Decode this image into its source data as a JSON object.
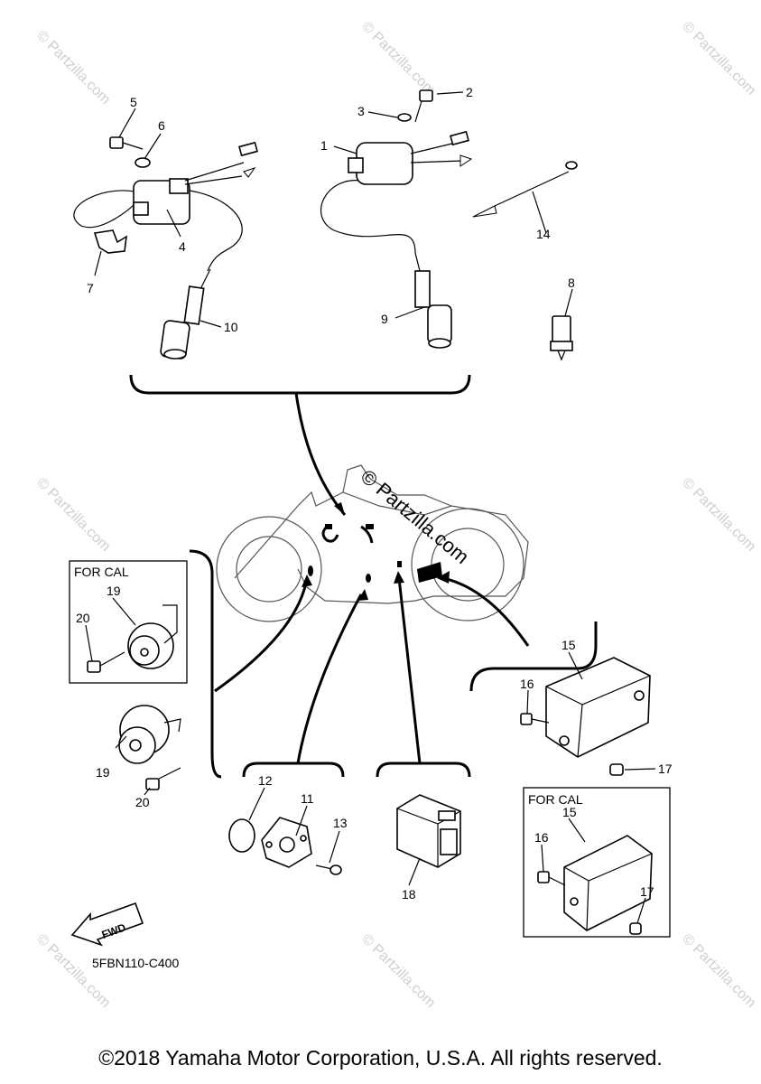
{
  "diagram": {
    "callouts": [
      "1",
      "2",
      "3",
      "4",
      "5",
      "6",
      "7",
      "8",
      "9",
      "10",
      "11",
      "12",
      "13",
      "14",
      "15",
      "16",
      "17",
      "18",
      "19",
      "20"
    ],
    "box_label": "FOR CAL",
    "fwd_label": "FWD",
    "drawing_code": "5FBN110-C400",
    "watermark_small": "© Partzilla.com",
    "watermark_center": "© Partzilla.com"
  },
  "footer": {
    "copyright": "©2018 Yamaha Motor Corporation, U.S.A. All rights reserved."
  }
}
